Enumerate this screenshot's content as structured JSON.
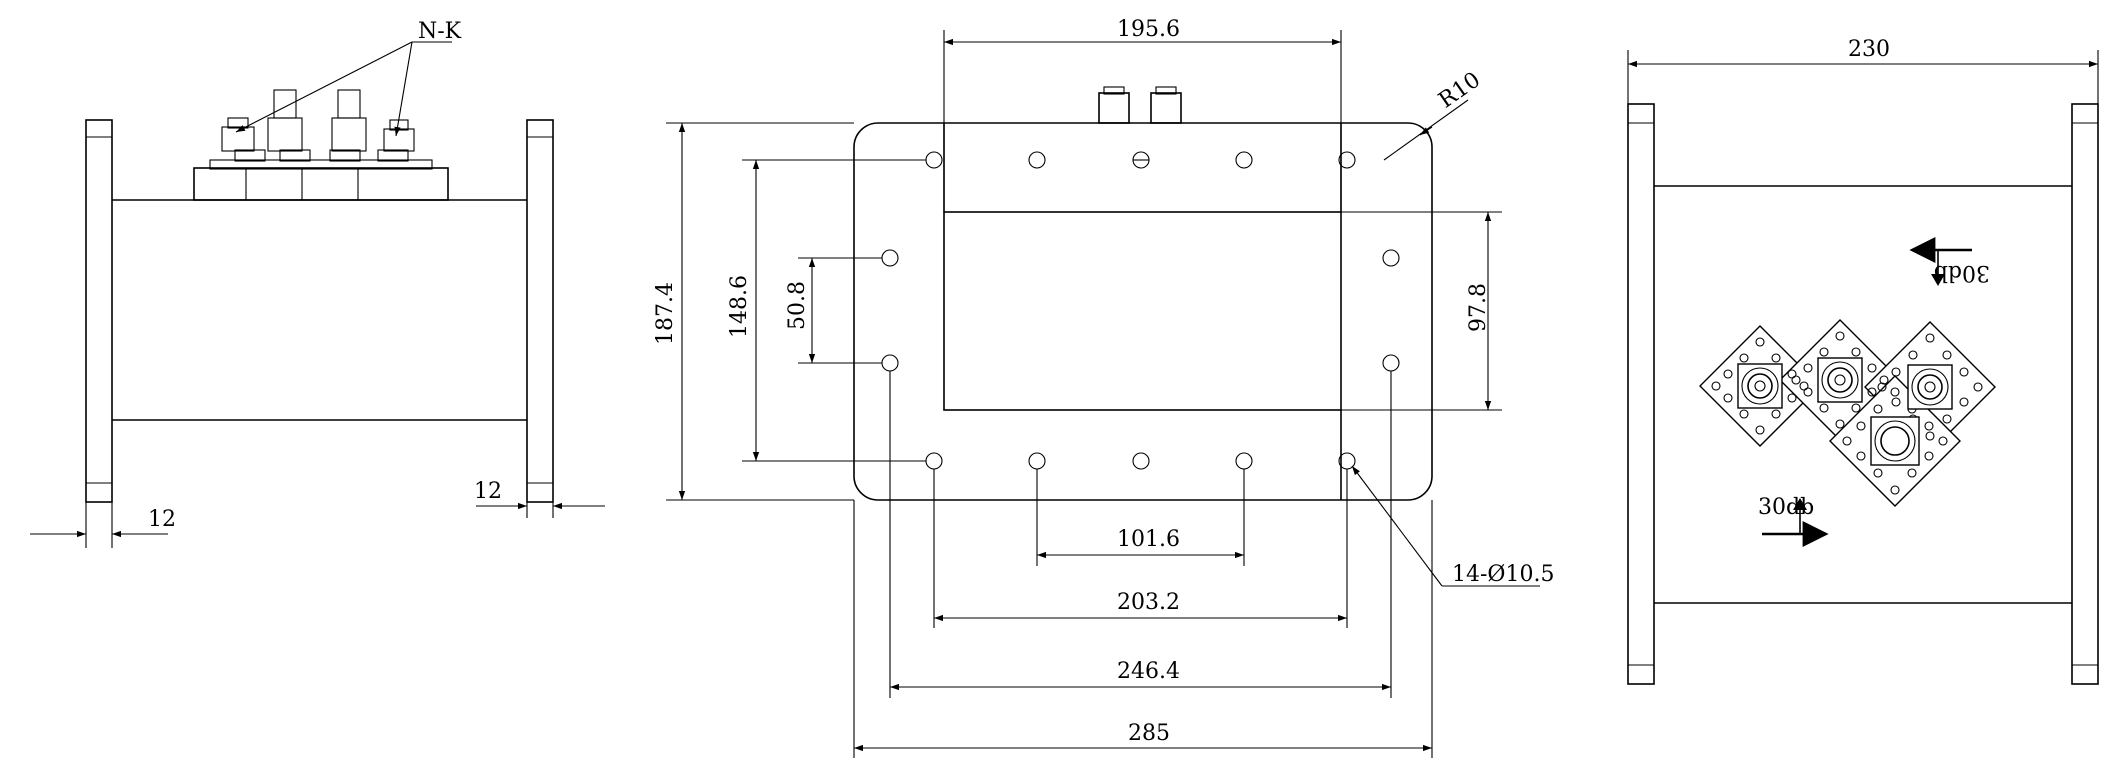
{
  "left_view": {
    "connector_label": "N-K",
    "flange_left_dim": "12",
    "flange_right_dim": "12"
  },
  "center_view": {
    "top_width": "195.6",
    "corner_radius": "R10",
    "outer_height": "187.4",
    "bolt_span_height": "148.6",
    "side_hole_pitch": "50.8",
    "inner_height": "97.8",
    "hole_pitch": "101.6",
    "bolt_span_inner": "203.2",
    "bolt_span_outer": "246.4",
    "overall_width": "285",
    "hole_callout": "14-Ø10.5"
  },
  "right_view": {
    "overall_length": "230",
    "coupling_top": "30db",
    "coupling_bottom": "30db"
  }
}
